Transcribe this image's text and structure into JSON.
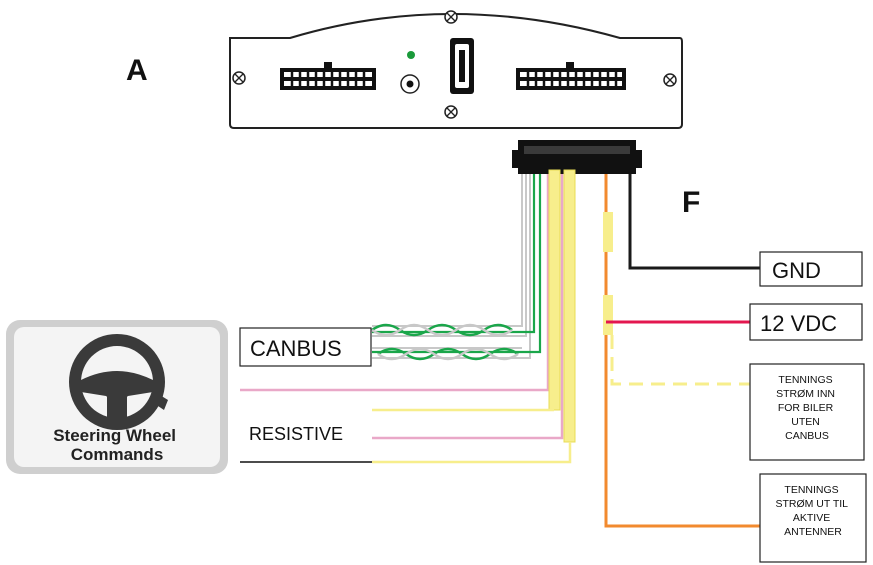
{
  "labels": {
    "device": "A",
    "harness": "F"
  },
  "boxes": {
    "canbus": "CANBUS",
    "resistive": "RESISTIVE",
    "gnd": "GND",
    "vdc": "12 VDC",
    "ign_in": [
      "TENNINGS",
      "STRØM INN",
      "FOR BILER",
      "UTEN",
      "CANBUS"
    ],
    "ign_out": [
      "TENNINGS",
      "STRØM UT TIL",
      "AKTIVE",
      "ANTENNER"
    ]
  },
  "steering_wheel": {
    "line1": "Steering Wheel",
    "line2": "Commands",
    "icon": "steering-wheel-icon"
  },
  "wire_colors": {
    "black": "#1a1a1a",
    "red": "#e3174f",
    "orange": "#f28a2e",
    "yellow": "#f7ee8c",
    "green": "#1aa64a",
    "grey": "#c8c8c8",
    "pink": "#e9a8c8"
  }
}
